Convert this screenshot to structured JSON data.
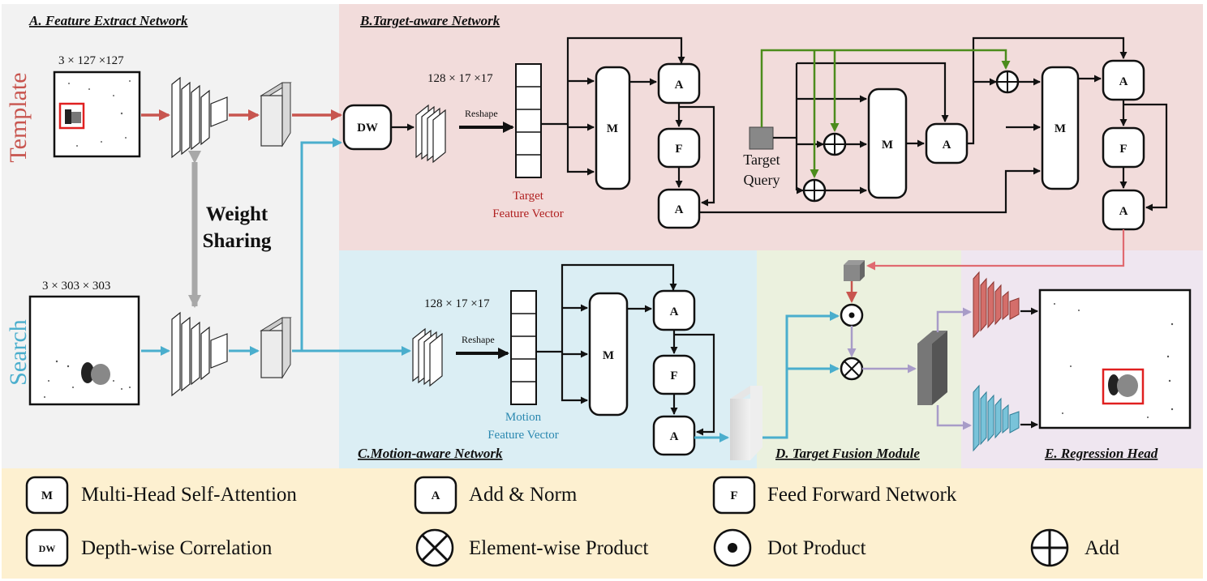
{
  "sections": {
    "a": "A. Feature Extract Network",
    "b": "B.Target-aware Network",
    "c": "C.Motion-aware Network",
    "d": "D. Target Fusion Module",
    "e": "E. Regression Head"
  },
  "side_labels": {
    "template": "Template",
    "search": "Search"
  },
  "weight_sharing": {
    "line1": "Weight",
    "line2": "Sharing"
  },
  "dims": {
    "template_input": "3 × 127 ×127",
    "search_input": "3 × 303 × 303",
    "target_feat": "128 × 17 ×17",
    "motion_feat": "128 × 17 ×17"
  },
  "reshape": "Reshape",
  "target_vector": {
    "line1": "Target",
    "line2": "Feature Vector"
  },
  "motion_vector": {
    "line1": "Motion",
    "line2": "Feature Vector"
  },
  "target_query": {
    "line1": "Target",
    "line2": "Query"
  },
  "letters": {
    "m": "M",
    "a": "A",
    "f": "F",
    "dw": "DW"
  },
  "legend": {
    "m_text": "Multi-Head Self-Attention",
    "a_text": "Add & Norm",
    "f_text": "Feed Forward Network",
    "dw_text": "Depth-wise Correlation",
    "prod_text": "Element-wise Product",
    "dot_text": "Dot Product",
    "add_text": "Add"
  },
  "colors": {
    "template_red": "#c8554f",
    "search_blue": "#4aaecd",
    "query_green": "#4c8c1c",
    "bg_a": "#f2f2f2",
    "bg_b": "#f2dcdb",
    "bg_c": "#dbeef4",
    "bg_d": "#ebf1de",
    "bg_e": "#efe6f0",
    "bg_legend": "#fdf0d0"
  }
}
